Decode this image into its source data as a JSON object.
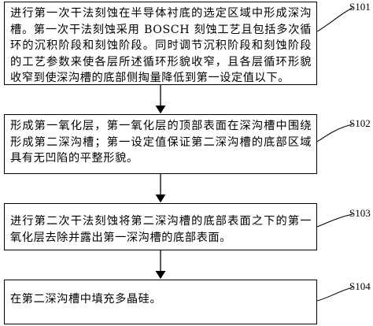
{
  "steps": [
    {
      "id": "S101",
      "text": "进行第一次干法刻蚀在半导体衬底的选定区域中形成深沟槽。第一次干法刻蚀采用 BOSCH 刻蚀工艺且包括多次循环的沉积阶段和刻蚀阶段。同时调节沉积阶段和刻蚀阶段的工艺参数来使各层所述循环形貌收窄，且各层循环形貌收窄到使深沟槽的底部侧掏量降低到第一设定值以下。"
    },
    {
      "id": "S102",
      "text": "形成第一氧化层，第一氧化层的顶部表面在深沟槽中围绕形成第二深沟槽；第一设定值保证第二深沟槽的底部区域具有无凹陷的平整形貌。"
    },
    {
      "id": "S103",
      "text": "进行第二次干法刻蚀将第二深沟槽的底部表面之下的第一氧化层去除并露出第一深沟槽的底部表面。"
    },
    {
      "id": "S104",
      "text": "在第二深沟槽中填充多晶硅。"
    }
  ]
}
